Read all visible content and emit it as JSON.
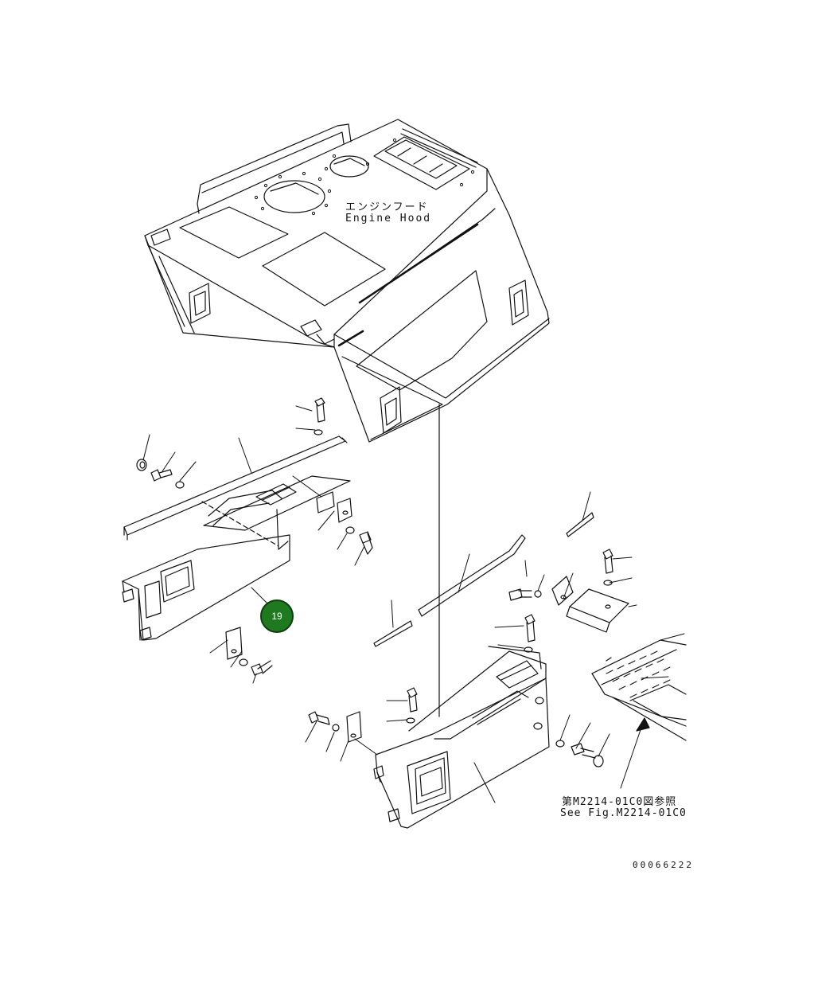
{
  "labels": {
    "hood_jp": "エンジンフード",
    "hood_en": "Engine Hood",
    "ref_jp": "第M2214-01C0図参照",
    "ref_en": "See Fig.M2214-01C0",
    "drawing_no": "00066222"
  },
  "callout": {
    "number": "19",
    "color": "#1f7a1f"
  },
  "colors": {
    "line": "#111111",
    "background": "#ffffff"
  }
}
